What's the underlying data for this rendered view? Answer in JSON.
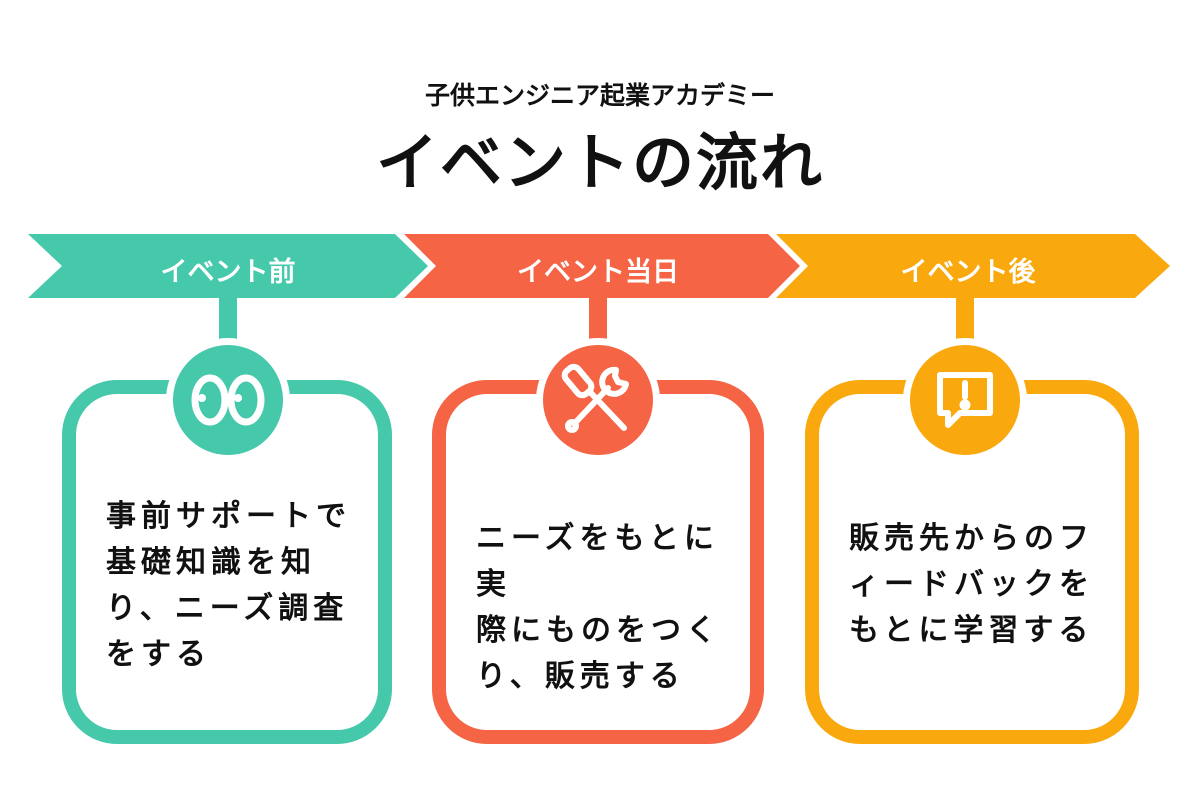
{
  "header": {
    "subtitle": "子供エンジニア起業アカデミー",
    "title": "イベントの流れ"
  },
  "colors": {
    "teal": "#45C9AA",
    "orange": "#F46445",
    "yellow": "#F9A90E"
  },
  "stages": [
    {
      "label": "イベント前",
      "icon": "eyes-icon",
      "text": "事前サポートで\n基礎知識を知\nり、ニーズ調査\nをする"
    },
    {
      "label": "イベント当日",
      "icon": "tools-icon",
      "text": "ニーズをもとに実\n際にものをつく\nり、販売する"
    },
    {
      "label": "イベント後",
      "icon": "chat-alert-icon",
      "text": "販売先からのフ\nィードバックを\nもとに学習する"
    }
  ]
}
